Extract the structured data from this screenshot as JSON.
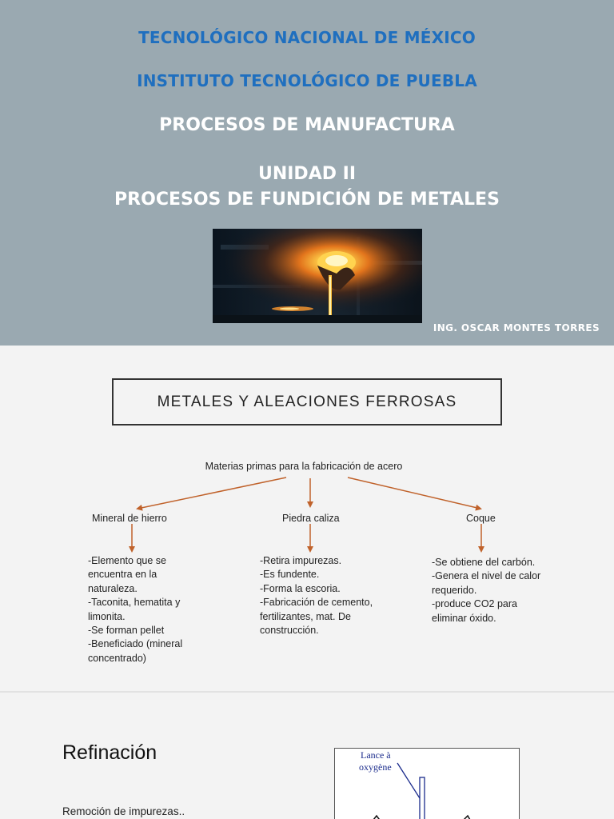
{
  "slide1": {
    "institution": "TECNOLÓGICO NACIONAL DE MÉXICO",
    "institute": "INSTITUTO TECNOLÓGICO DE PUEBLA",
    "course": "PROCESOS DE MANUFACTURA",
    "unit": "UNIDAD II",
    "unit_title": "PROCESOS DE FUNDICIÓN DE METALES",
    "image": "molten-metal-pouring-photo",
    "author": "ING. OSCAR MONTES TORRES"
  },
  "slide2": {
    "title": "METALES Y ALEACIONES FERROSAS",
    "root": "Materias primas para la fabricación de acero",
    "arrow_color": "#c0622b",
    "branches": [
      {
        "label": "Mineral de hierro",
        "lines": [
          "-Elemento que se",
          "encuentra en la",
          "naturaleza.",
          "-Taconita, hematita y",
          "limonita.",
          "-Se forman pellet",
          "-Beneficiado (mineral",
          "concentrado)"
        ]
      },
      {
        "label": "Piedra caliza",
        "lines": [
          "-Retira impurezas.",
          "-Es fundente.",
          "-Forma la escoria.",
          "-Fabricación de cemento,",
          "fertilizantes, mat. De",
          "construcción."
        ]
      },
      {
        "label": "Coque",
        "lines": [
          "-Se obtiene del carbón.",
          "-Genera el nivel de calor",
          "requerido.",
          "-produce CO2 para",
          "eliminar óxido."
        ]
      }
    ]
  },
  "slide3": {
    "title": "Refinación",
    "text": "Remoción de impurezas..",
    "diagram": {
      "label_line1": "Lance à",
      "label_line2": "oxygène"
    }
  },
  "colors": {
    "slide1_bg": "#9aa9b1",
    "title_blue": "#1f6fbf",
    "slide_bg": "#f3f3f3"
  }
}
